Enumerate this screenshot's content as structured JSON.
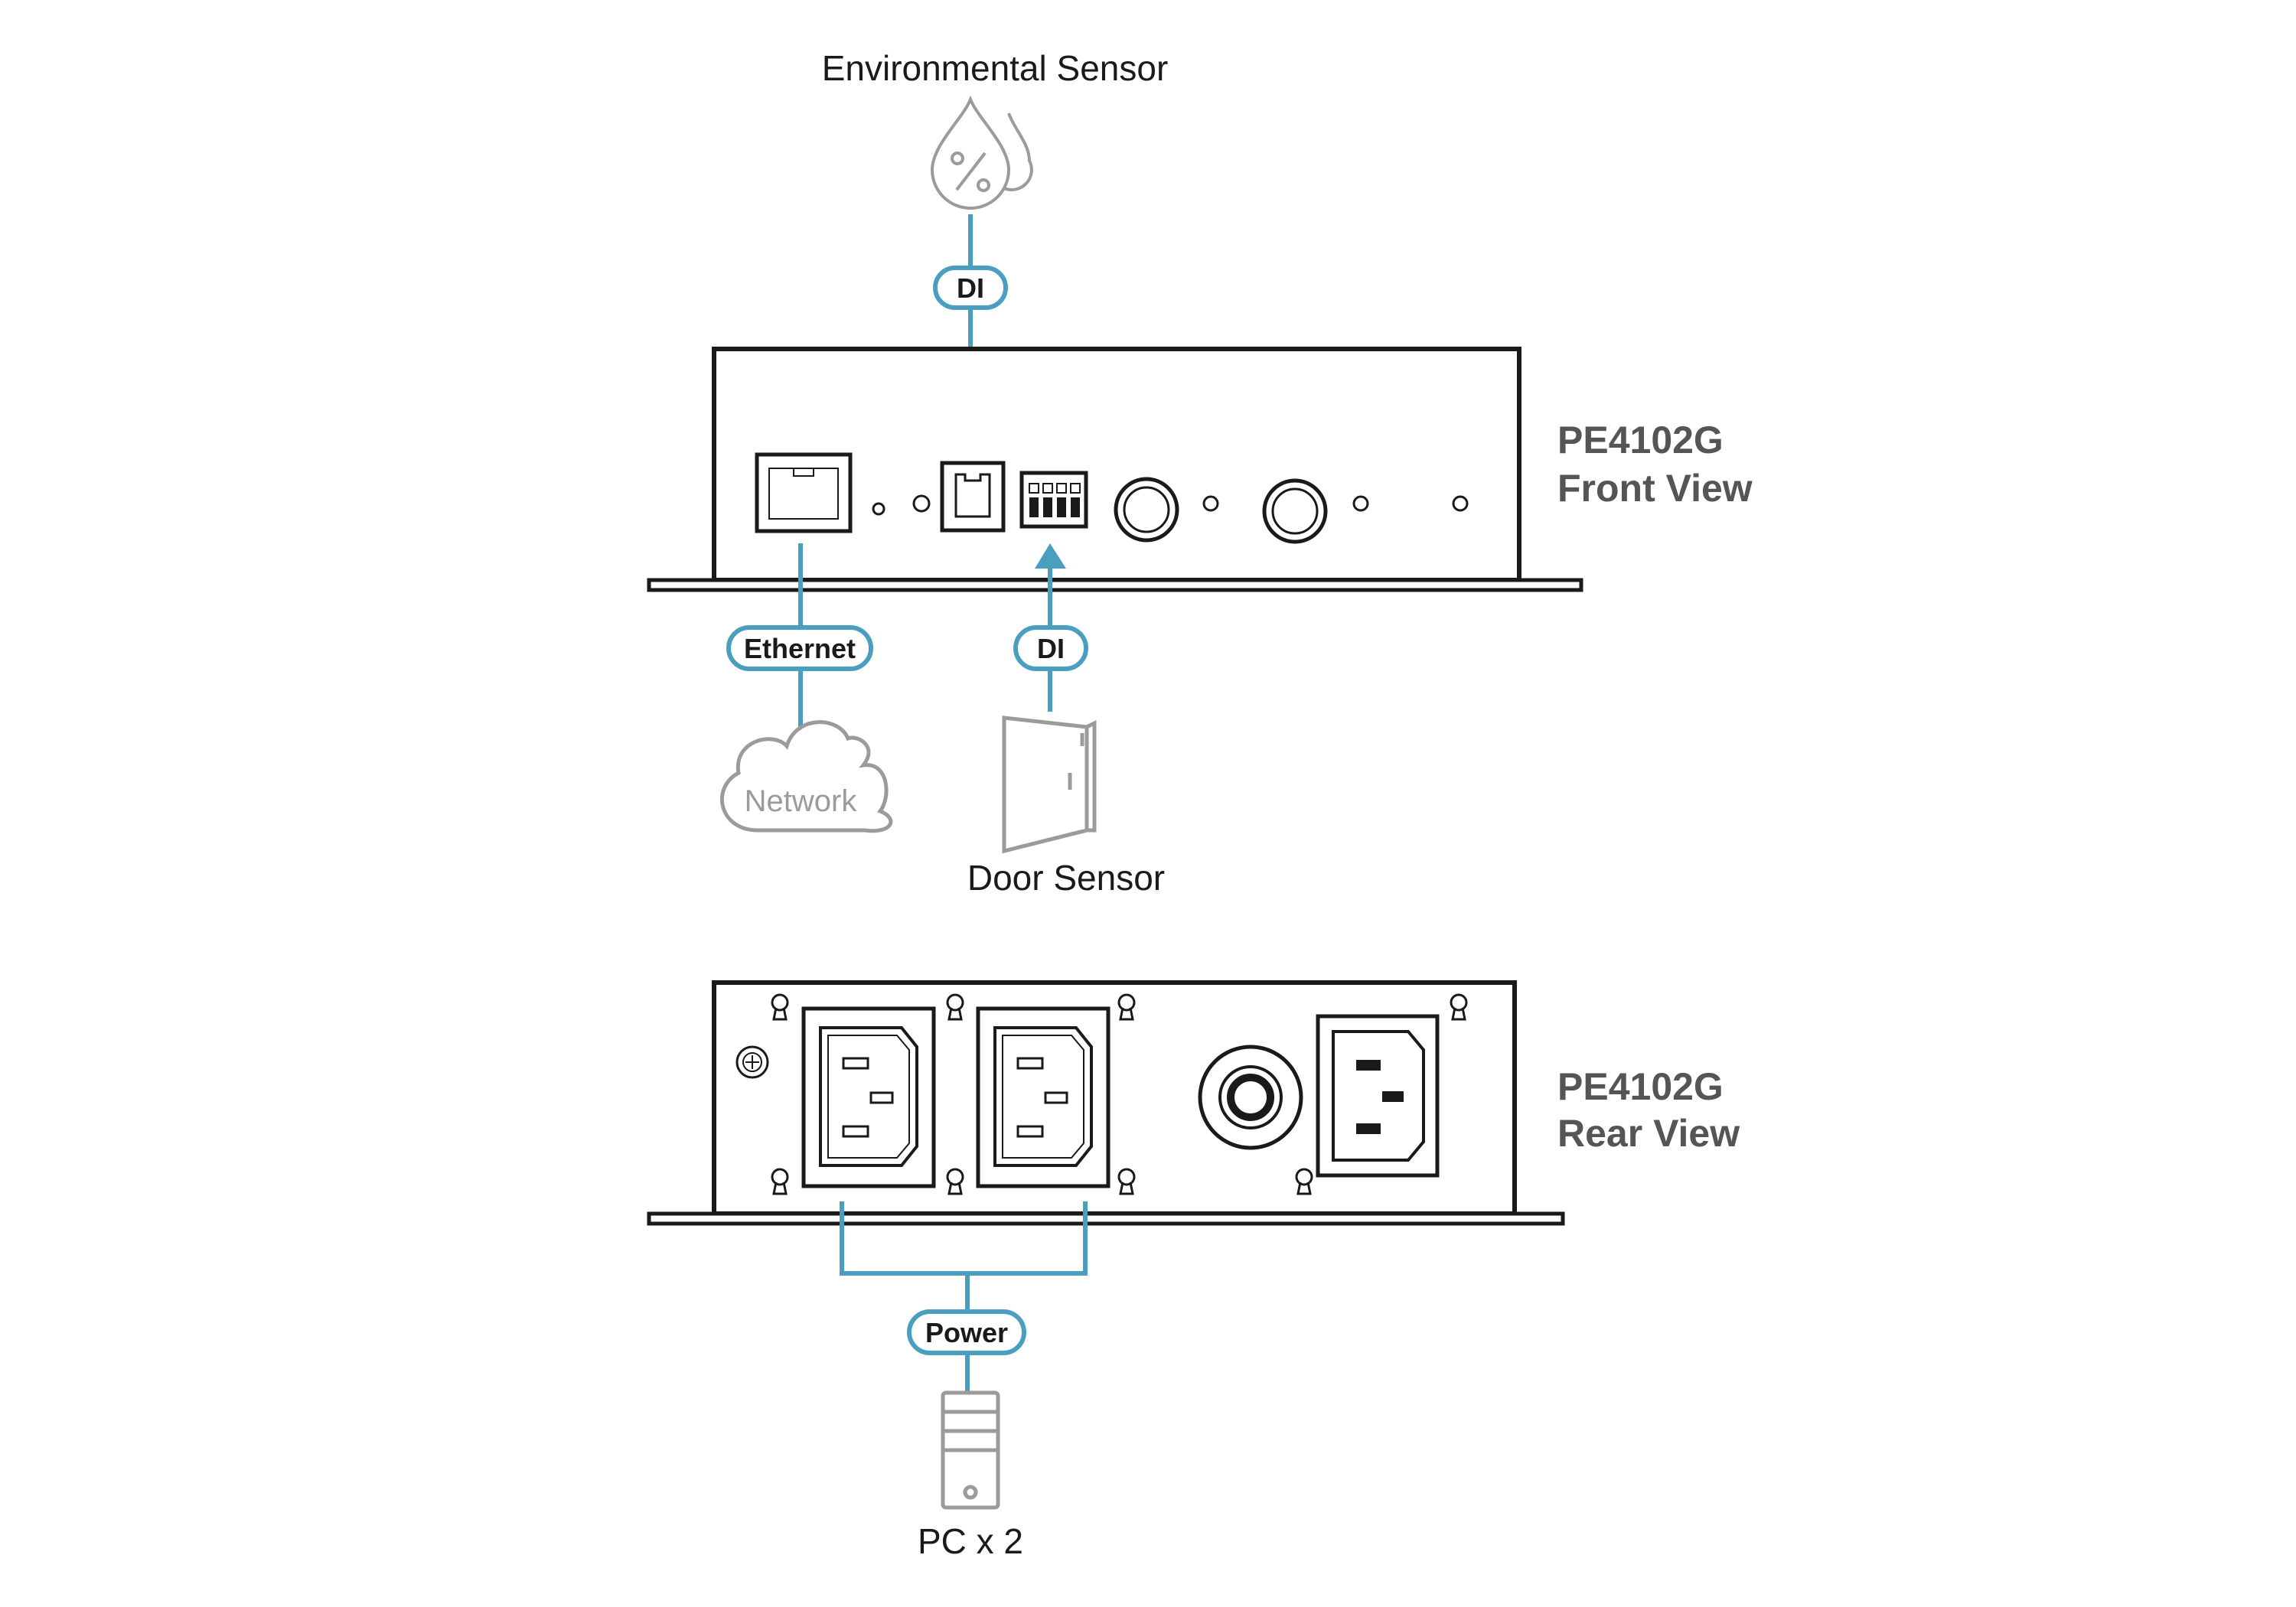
{
  "labels": {
    "environmental_sensor": "Environmental Sensor",
    "door_sensor": "Door Sensor",
    "pc": "PC x 2",
    "network": "Network"
  },
  "pills": {
    "di_top": "DI",
    "di_bottom": "DI",
    "ethernet": "Ethernet",
    "power": "Power"
  },
  "devices": {
    "front": {
      "model": "PE4102G",
      "view": "Front View"
    },
    "rear": {
      "model": "PE4102G",
      "view": "Rear View"
    }
  },
  "colors": {
    "accent": "#4a9fc0",
    "outline": "#1a1a1a",
    "icon_gray": "#9b9b9b"
  },
  "icons": {
    "environmental_sensor": "humidity-drops-icon",
    "door_sensor": "door-icon",
    "network": "cloud-icon",
    "pc": "pc-tower-icon"
  }
}
